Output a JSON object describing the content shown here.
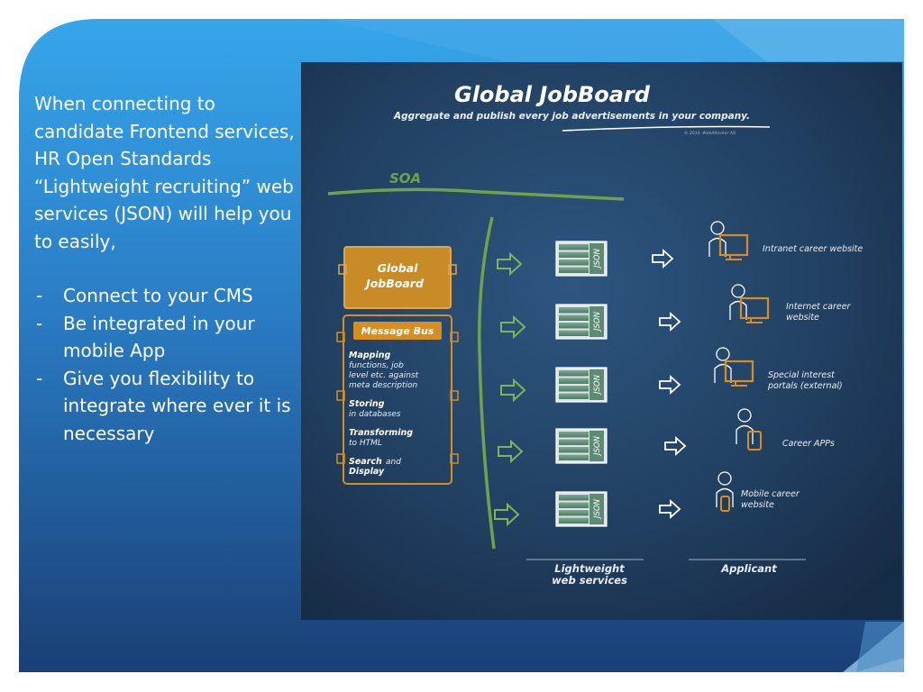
{
  "slide": {
    "intro": "When connecting to candidate Frontend services, HR Open Standards “Lightweight recruiting” web services  (JSON) will help you to easily,",
    "bullets": [
      "Connect to your CMS",
      "Be integrated in your mobile App",
      "Give you flexibility to integrate where ever it is necessary"
    ]
  },
  "diagram": {
    "title": "Global JobBoard",
    "subtitle": "Aggregate and publish every job advertisements in your company.",
    "copyright": "© 2014, WebAttacker AG",
    "soa_label": "SOA",
    "jobboard_box": {
      "line1": "Global",
      "line2": "JobBoard"
    },
    "bus_box": {
      "heading": "Message Bus",
      "items": [
        {
          "bold": "Mapping",
          "rest": [
            "functions, job",
            "level etc. against",
            "meta description"
          ]
        },
        {
          "bold": "Storing",
          "rest": [
            "in databases"
          ]
        },
        {
          "bold": "Transforming",
          "rest": [
            "to HTML"
          ]
        },
        {
          "bold": "Search",
          "rest": [
            "Display"
          ],
          "joiner": "and"
        }
      ]
    },
    "json_label": "JSON",
    "targets": [
      {
        "label_lines": [
          "Intranet career website"
        ],
        "device": "monitor"
      },
      {
        "label_lines": [
          "Internet career",
          "website"
        ],
        "device": "monitor"
      },
      {
        "label_lines": [
          "Special interest",
          "portals (external)"
        ],
        "device": "monitor"
      },
      {
        "label_lines": [
          "Career APPs"
        ],
        "device": "tablet"
      },
      {
        "label_lines": [
          "Mobile career",
          "website"
        ],
        "device": "phone"
      }
    ],
    "footer_left": [
      "Lightweight",
      "web services"
    ],
    "footer_right": "Applicant"
  },
  "colors": {
    "slide_blue": "#2f9ae0",
    "deep_blue": "#1a4d8a",
    "board": "#1f3d5c",
    "soa_green": "#6fa24a",
    "orange": "#d78d1f",
    "json_green": "#5f8f78"
  }
}
